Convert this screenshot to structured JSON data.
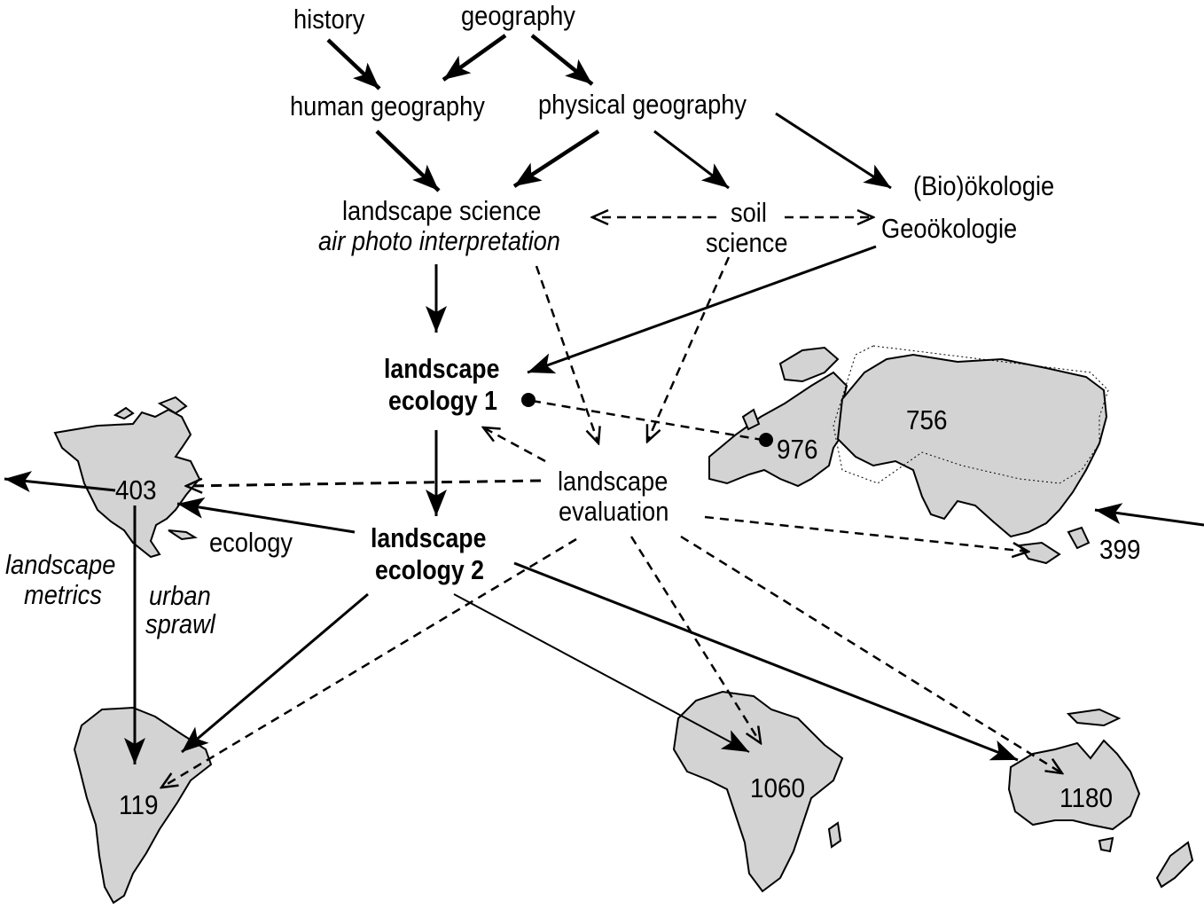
{
  "nodes": {
    "history": "history",
    "geography": "geography",
    "human_geography": "human geography",
    "physical_geography": "physical geography",
    "landscape_science": "landscape science",
    "air_photo": "air photo interpretation",
    "soil_line1": "soil",
    "soil_line2": "science",
    "bio_oekologie": "(Bio)ökologie",
    "geooekologie": "Geoökologie",
    "le1_line1": "landscape",
    "le1_line2": "ecology 1",
    "le2_line1": "landscape",
    "le2_line2": "ecology 2",
    "eval_line1": "landscape",
    "eval_line2": "evaluation",
    "ecology": "ecology",
    "metrics_line1": "landscape",
    "metrics_line2": "metrics",
    "sprawl_line1": "urban",
    "sprawl_line2": "sprawl"
  },
  "regions": {
    "north_america": "403",
    "europe": "976",
    "russia": "756",
    "southeast_asia": "399",
    "south_america": "119",
    "africa": "1060",
    "australia": "1180"
  }
}
